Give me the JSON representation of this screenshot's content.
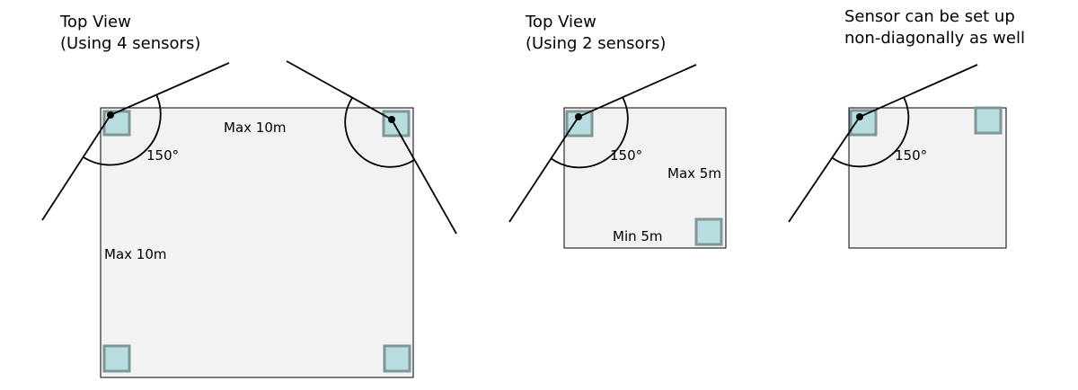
{
  "panels": {
    "four_sensors": {
      "caption_line1": "Top View",
      "caption_line2": "(Using 4 sensors)",
      "angle_label": "150°",
      "width_label": "Max 10m",
      "height_label": "Max 10m"
    },
    "two_sensors": {
      "caption_line1": "Top View",
      "caption_line2": "(Using 2 sensors)",
      "angle_label": "150°",
      "max_label": "Max 5m",
      "min_label": "Min 5m"
    },
    "non_diagonal": {
      "caption_line1": "Sensor can be set up",
      "caption_line2": "non-diagonally as well",
      "angle_label": "150°"
    }
  },
  "colors": {
    "room_fill": "#f2f2f2",
    "sensor_fill": "#b8dde1",
    "sensor_border": "#7f9696"
  }
}
